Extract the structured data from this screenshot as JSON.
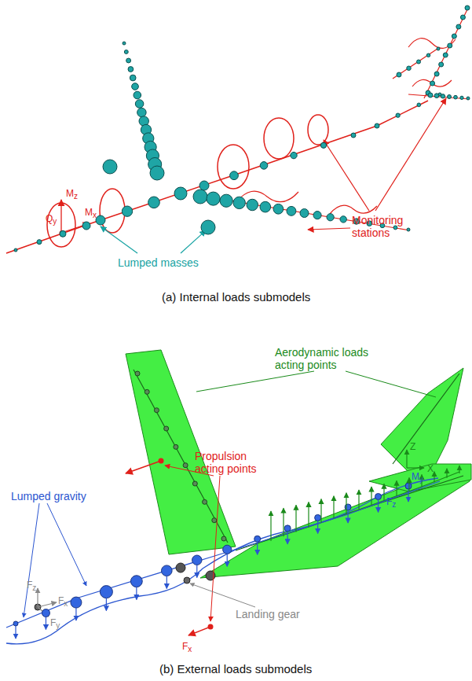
{
  "diagram": {
    "labels": [
      "Mz",
      "Qy",
      "Mx",
      "Monitoring stations",
      "Lumped masses",
      "(a) Internal loads submodels",
      "Aerodynamic loads acting points",
      "Propulsion acting points",
      "Lumped gravity",
      "Fz",
      "My",
      "Z",
      "X",
      "Fz",
      "Fx",
      "Fy",
      "Landing gear",
      "Fx",
      "(b) External loads submodels"
    ]
  }
}
